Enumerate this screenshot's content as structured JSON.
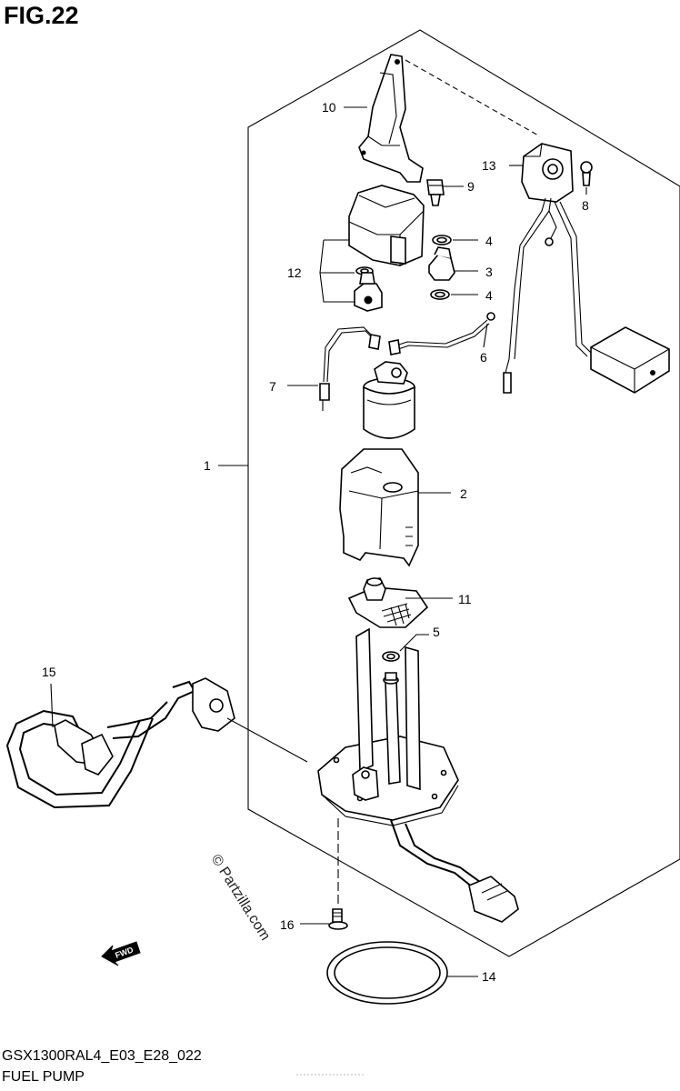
{
  "figure": {
    "title": "FIG.22",
    "code": "GSX1300RAL4_E03_E28_022",
    "name": "FUEL PUMP"
  },
  "watermark": "© Partzilla.com",
  "fwd_arrow_label": "FWD",
  "callouts": [
    {
      "id": "1",
      "label": "1"
    },
    {
      "id": "2",
      "label": "2"
    },
    {
      "id": "3",
      "label": "3"
    },
    {
      "id": "4a",
      "label": "4"
    },
    {
      "id": "4b",
      "label": "4"
    },
    {
      "id": "5",
      "label": "5"
    },
    {
      "id": "6",
      "label": "6"
    },
    {
      "id": "7",
      "label": "7"
    },
    {
      "id": "8",
      "label": "8"
    },
    {
      "id": "9",
      "label": "9"
    },
    {
      "id": "10",
      "label": "10"
    },
    {
      "id": "11",
      "label": "11"
    },
    {
      "id": "12",
      "label": "12"
    },
    {
      "id": "13",
      "label": "13"
    },
    {
      "id": "14",
      "label": "14"
    },
    {
      "id": "15",
      "label": "15"
    },
    {
      "id": "16",
      "label": "16"
    }
  ]
}
